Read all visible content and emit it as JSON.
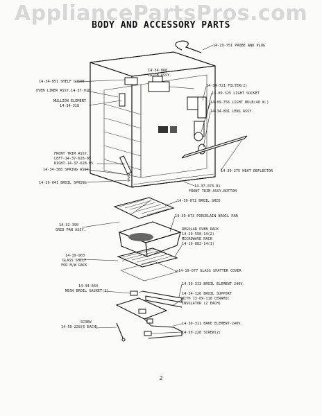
{
  "watermark": "AppliancePartsPros.com",
  "title": "BODY AND ACCESSORY PARTS",
  "page_number": "2",
  "labels": {
    "probe": "14-29-751 PROBE AND PLUG",
    "latch_num": "14-34-868",
    "latch_name": "LATCH ASSY.",
    "shelf_guide": "14-34-851 SHELF GUIDE",
    "oven_liner": "OVEN LINER ASSY.14-37-010",
    "mullion_name": "MULLION ELEMENT",
    "mullion_num": "14-34-318",
    "filter": "14-34-721 FILTER(2)",
    "light_socket": "13-09-325 LIGHT SOCKET",
    "light_bulb": "14-09-756 LIGHT BULB(40 W.)",
    "lens": "14-34-801 LENS ASSY.",
    "front_trim_name": "FRONT TRIM ASSY.",
    "front_trim_left": "LEFT-14-37-628-05",
    "front_trim_right": "RIGHT-14-37-628-05",
    "spring_assy": "14-34-368 SPRING ASSY",
    "broil_spring": "14-29-041 BROIL SPRING",
    "heat_deflector": "14-39-275 HEAT DEFLECTOR",
    "front_trim_bottom_num": "14-37-073-01",
    "front_trim_bottom_name": "FRONT TRIM ASSY.BOTTOM",
    "broil_grid": "14-39-072 BROIL GRID",
    "grid_pan_num": "14-32-390",
    "grid_pan_name": "GRID PAN ASSY.",
    "porcelain_pan": "14-39-073 PORCELAIN BROIL PAN",
    "regular_rack": "REGULAR OVEN RACK",
    "regular_rack_num": "14-29-558-14(2)",
    "microwave_rack": "MICROWAVE RACK",
    "microwave_rack_num": "14-19-882-14(1)",
    "glass_shelf_num": "14-19-903",
    "glass_shelf_name": "GLASS SHELF",
    "glass_shelf_for": "FOR M/W RACK",
    "splatter_cover": "14-19-077 GLASS SPATTER COVER",
    "mesh_gasket_num": "14-34-664",
    "mesh_gasket_name": "MESH BROIL GASKET(2)",
    "broil_element": "14-39-313 BROIL ELEMENT-240V.",
    "broil_support": "14-34-126 BROIL SUPPORT",
    "broil_support_with": "WITH 13-09-118 CERAMIC",
    "broil_support_ins": "INSULATOR (2 EACH)",
    "screw_name": "SCREW",
    "screw_num": "14-50-228(6 EACH)",
    "bake_element": "14-39-311 BAKE ELEMENT-240V.",
    "screw2": "14-50-228 SCREW(2)"
  }
}
